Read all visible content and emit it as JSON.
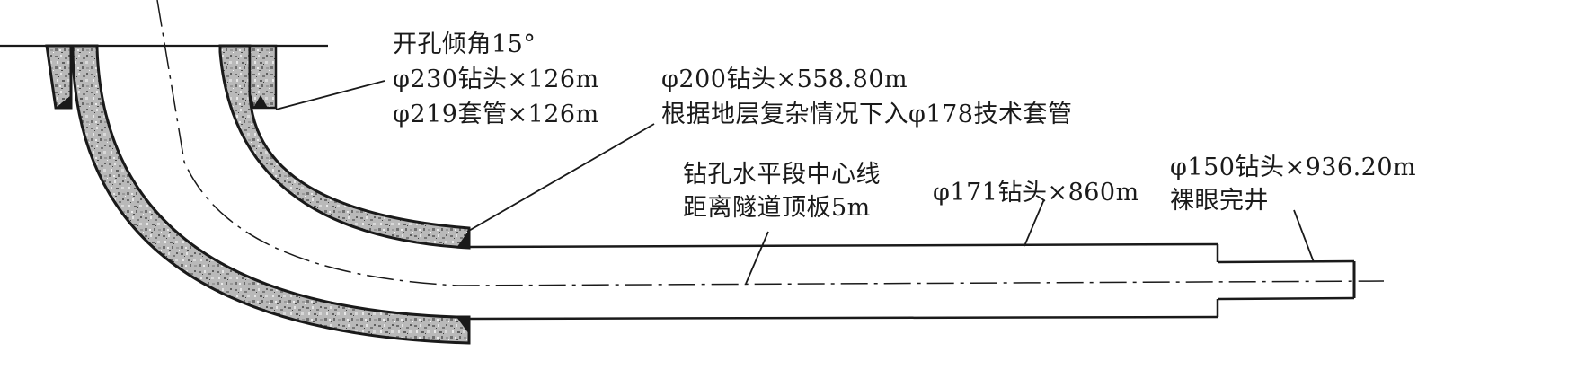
{
  "labels": {
    "stage1": {
      "line1": "开孔倾角15°",
      "line2": "φ230钻头×126m",
      "line3": "φ219套管×126m"
    },
    "stage2": {
      "line1": "φ200钻头×558.80m",
      "line2": "根据地层复杂情况下入φ178技术套管"
    },
    "centerline": {
      "line1": "钻孔水平段中心线",
      "line2": "距离隧道顶板5m"
    },
    "stage3": {
      "line1": "φ171钻头×860m"
    },
    "stage4": {
      "line1": "φ150钻头×936.20m",
      "line2": "裸眼完井"
    }
  },
  "colors": {
    "line": "#1a1a1a",
    "casing_fill_base": "#b9b9b9",
    "casing_speckle_dark": "#6e6e6e",
    "casing_speckle_light": "#e2e2e2"
  }
}
